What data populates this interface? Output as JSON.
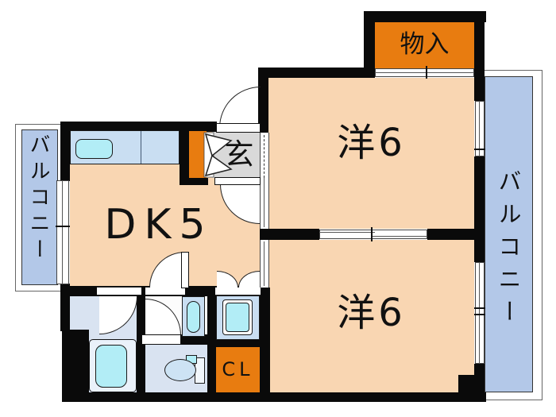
{
  "plan": {
    "title": "apartment-floor-plan-2dk",
    "rooms": {
      "dining_kitchen": {
        "label": "DK5"
      },
      "western_room_top": {
        "label": "洋6"
      },
      "western_room_bottom": {
        "label": "洋6"
      },
      "entrance": {
        "label": "玄"
      },
      "storage": {
        "label": "物入"
      },
      "closet": {
        "label": "CL"
      },
      "balcony_left": {
        "label": "バルコニー"
      },
      "balcony_right": {
        "label": "バルコニー"
      }
    },
    "fixtures": [
      "kitchen-sink",
      "bathtub",
      "washbasin",
      "toilet",
      "washing-machine-pan",
      "shoe-cabinet"
    ],
    "colors": {
      "wall": "#0a0a0a",
      "room_fill": "#f9d6b2",
      "accent_orange": "#e87c10",
      "balcony_fill": "#b3c8e8",
      "counter_fill": "#c9def2",
      "fixture_fill": "#b2edf6",
      "entrance_fill": "#d9d9d9",
      "wet_area_fill": "#d9e3f1"
    }
  }
}
